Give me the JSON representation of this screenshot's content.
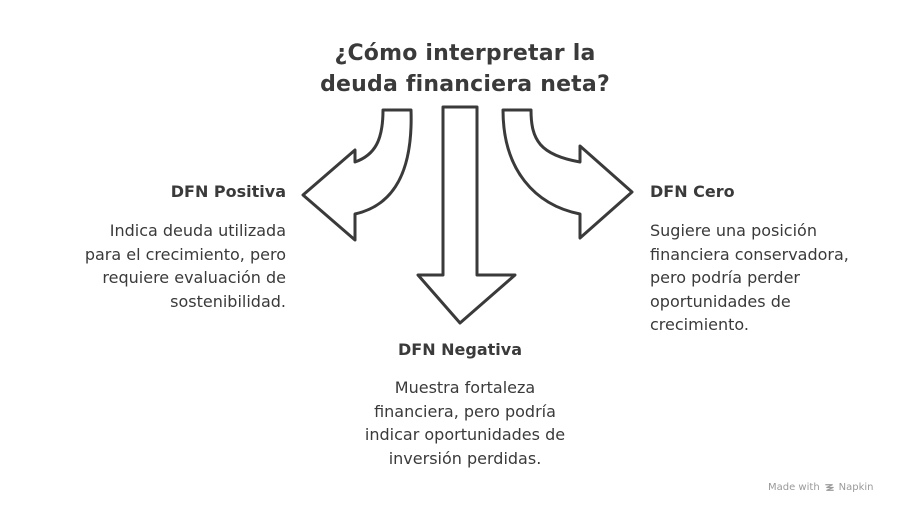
{
  "title": {
    "line1": "¿Cómo interpretar la",
    "line2": "deuda financiera neta?"
  },
  "branches": {
    "positiva": {
      "label": "DFN Positiva",
      "lines": [
        "Indica deuda utilizada",
        "para el crecimiento, pero",
        "requiere evaluación de",
        "sostenibilidad."
      ]
    },
    "negativa": {
      "label": "DFN Negativa",
      "lines": [
        "Muestra fortaleza",
        "financiera, pero podría",
        "indicar oportunidades de",
        "inversión perdidas."
      ]
    },
    "cero": {
      "label": "DFN Cero",
      "lines": [
        "Sugiere una posición",
        "financiera conservadora,",
        "pero podría perder",
        "oportunidades de",
        "crecimiento."
      ]
    }
  },
  "watermark": {
    "made_with": "Made with",
    "brand": "Napkin",
    "logo_icon": "napkin-logo-icon"
  },
  "colors": {
    "stroke": "#3a3a3a",
    "text": "#3a3a3a",
    "watermark": "#9a9a9a"
  }
}
